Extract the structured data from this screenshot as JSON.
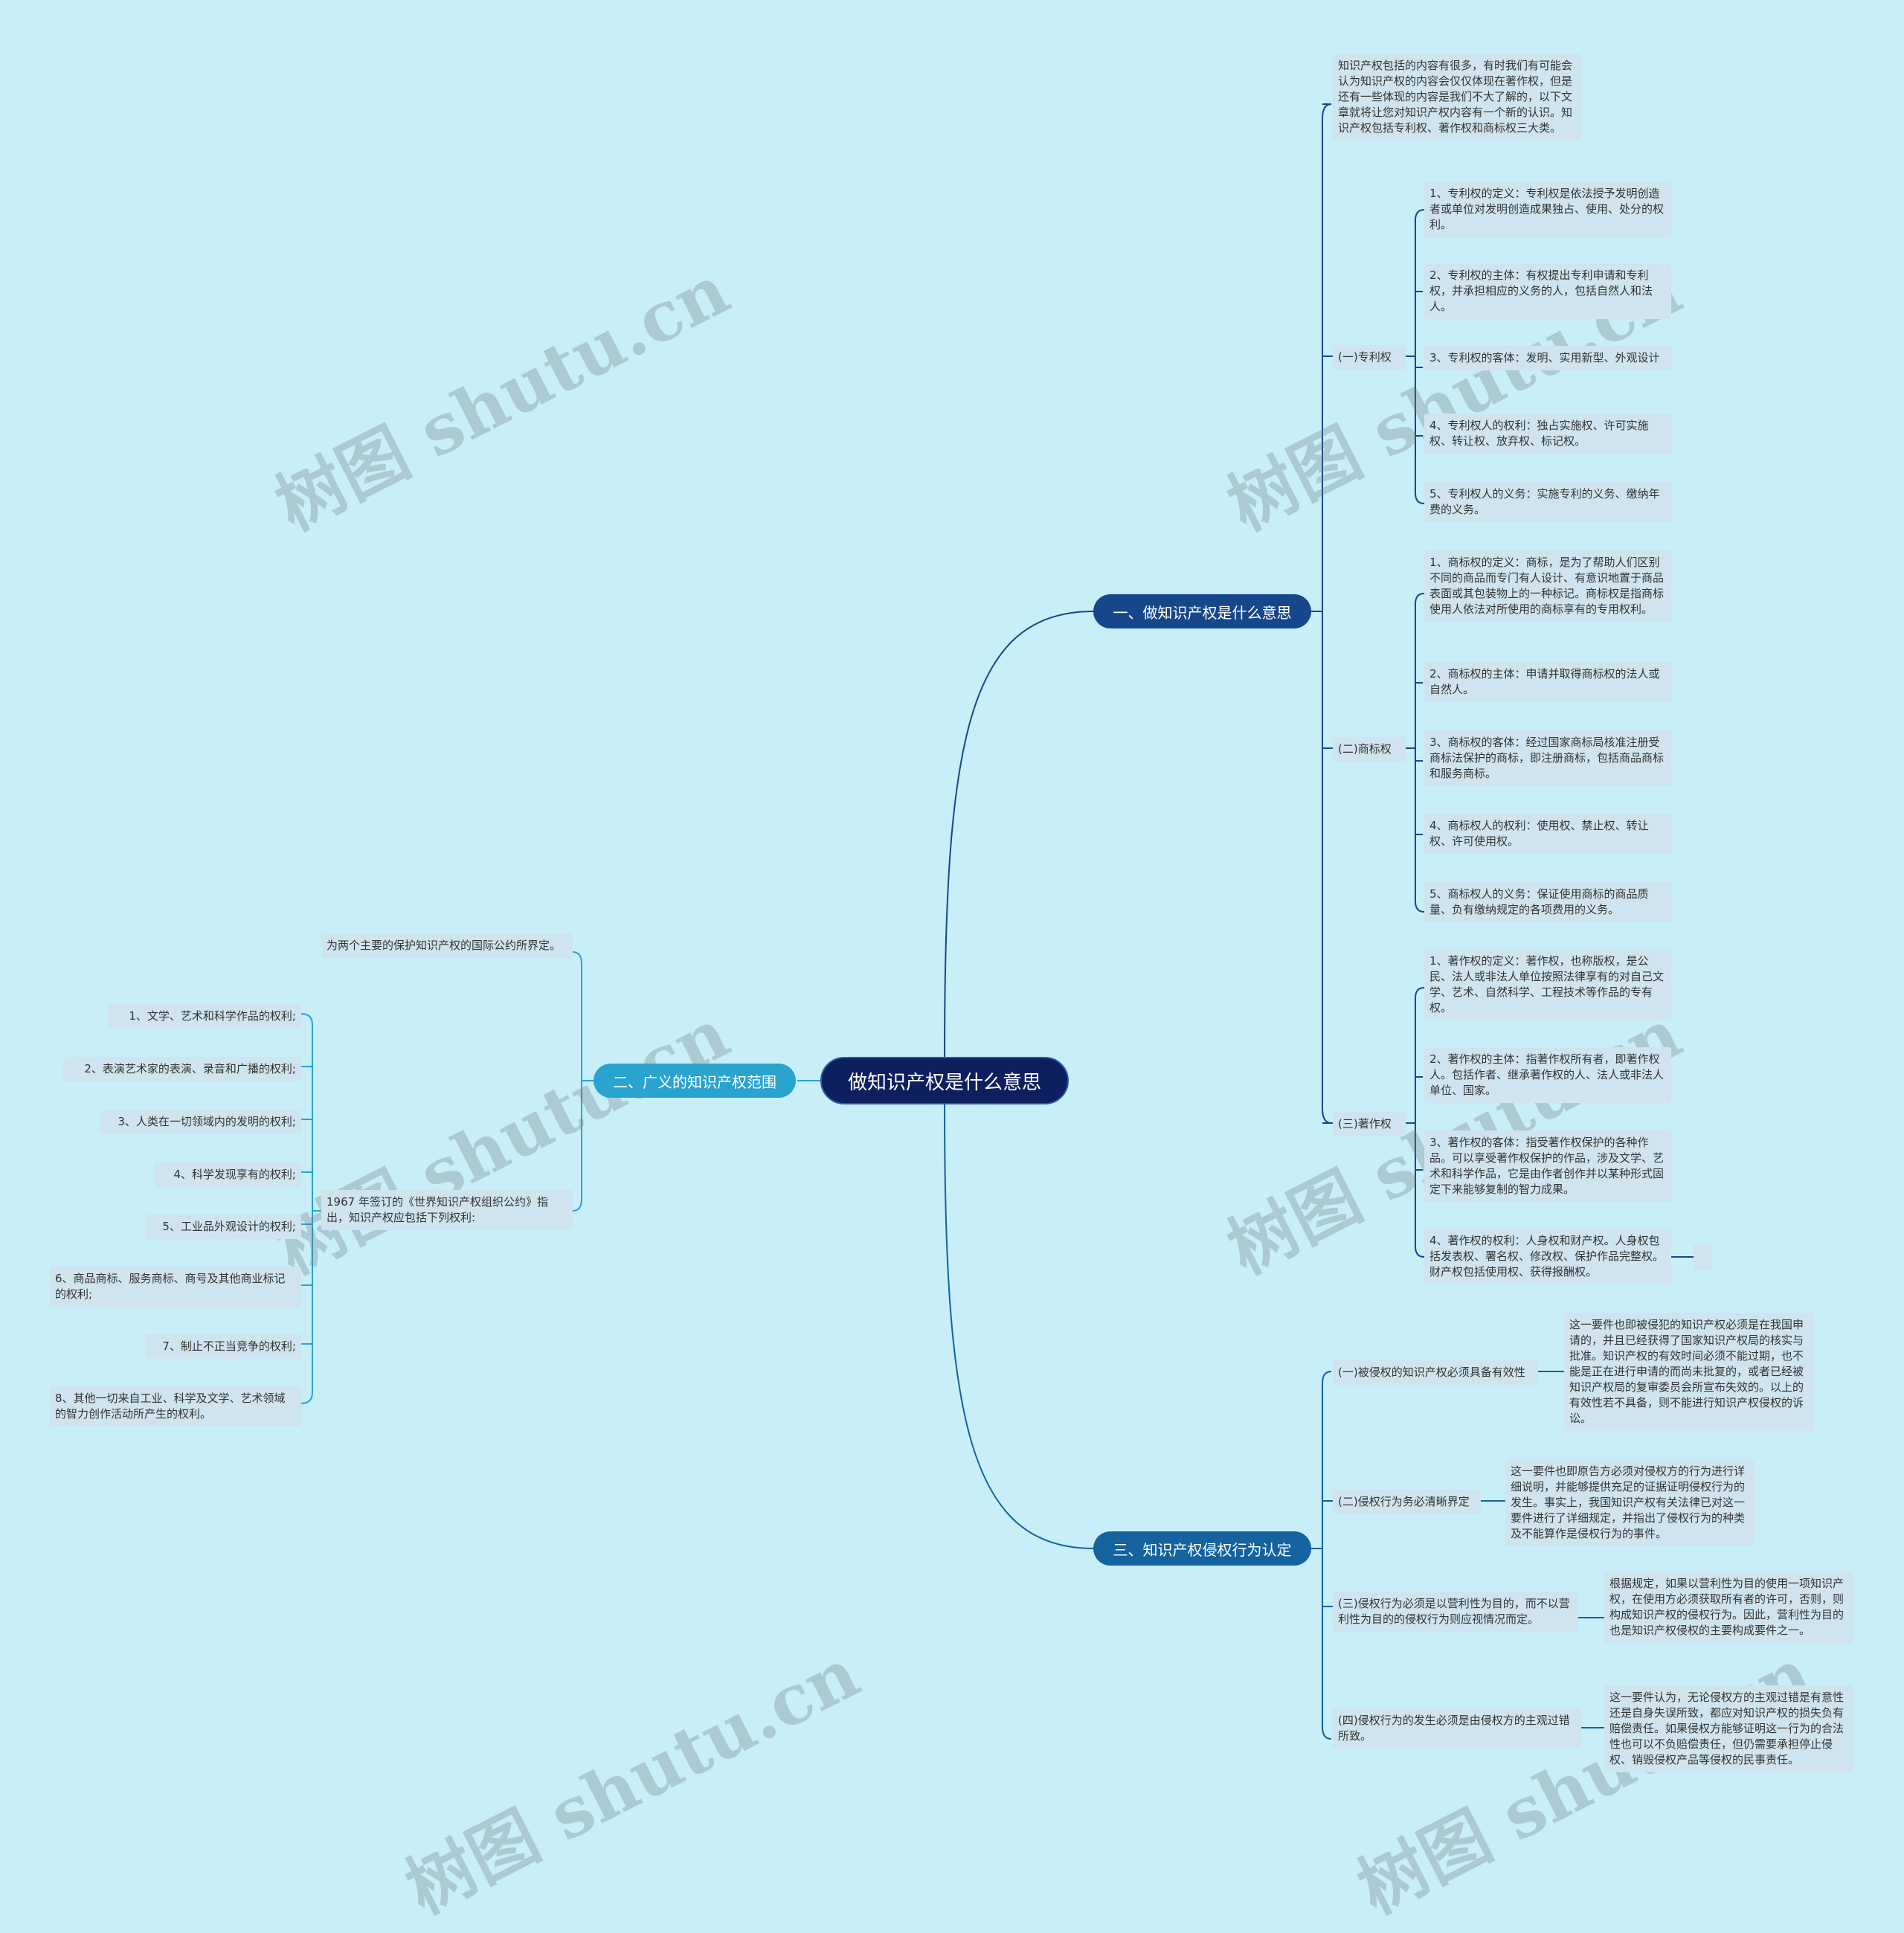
{
  "root": "做知识产权是什么意思",
  "watermark": "树图 shutu.cn",
  "branches": {
    "b1": {
      "label": "一、做知识产权是什么意思",
      "intro": "知识产权包括的内容有很多，有时我们有可能会认为知识产权的内容会仅仅体现在著作权，但是还有一些体现的内容是我们不大了解的，以下文章就将让您对知识产权内容有一个新的认识。知识产权包括专利权、著作权和商标权三大类。",
      "patent": {
        "label": "(一)专利权",
        "items": [
          "1、专利权的定义：专利权是依法授予发明创造者或单位对发明创造成果独占、使用、处分的权利。",
          "2、专利权的主体：有权提出专利申请和专利权，并承担相应的义务的人，包括自然人和法人。",
          "3、专利权的客体：发明、实用新型、外观设计",
          "4、专利权人的权利：独占实施权、许可实施权、转让权、放弃权、标记权。",
          "5、专利权人的义务：实施专利的义务、缴纳年费的义务。"
        ]
      },
      "trademark": {
        "label": "(二)商标权",
        "items": [
          "1、商标权的定义：商标，是为了帮助人们区别不同的商品而专门有人设计、有意识地置于商品表面或其包装物上的一种标记。商标权是指商标使用人依法对所使用的商标享有的专用权利。",
          "2、商标权的主体：申请并取得商标权的法人或自然人。",
          "3、商标权的客体：经过国家商标局核准注册受商标法保护的商标，即注册商标，包括商品商标和服务商标。",
          "4、商标权人的权利：使用权、禁止权、转让权、许可使用权。",
          "5、商标权人的义务：保证使用商标的商品质量、负有缴纳规定的各项费用的义务。"
        ]
      },
      "copyright": {
        "label": "(三)著作权",
        "items": [
          "1、著作权的定义：著作权，也称版权，是公民、法人或非法人单位按照法律享有的对自己文学、艺术、自然科学、工程技术等作品的专有权。",
          "2、著作权的主体：指著作权所有者，即著作权人。包括作者、继承著作权的人、法人或非法人单位、国家。",
          "3、著作权的客体：指受著作权保护的各种作品。可以享受著作权保护的作品，涉及文学、艺术和科学作品，它是由作者创作并以某种形式固定下来能够复制的智力成果。",
          "4、著作权的权利：人身权和财产权。人身权包括发表权、署名权、修改权、保护作品完整权。财产权包括使用权、获得报酬权。"
        ]
      }
    },
    "b2": {
      "label": "二、广义的知识产权范围",
      "sub1": "为两个主要的保护知识产权的国际公约所界定。",
      "sub2": "1967 年签订的《世界知识产权组织公约》指出，知识产权应包括下列权利:",
      "items": [
        "1、文学、艺术和科学作品的权利;",
        "2、表演艺术家的表演、录音和广播的权利;",
        "3、人类在一切领域内的发明的权利;",
        "4、科学发现享有的权利;",
        "5、工业品外观设计的权利;",
        "6、商品商标、服务商标、商号及其他商业标记的权利;",
        "7、制止不正当竞争的权利;",
        "8、其他一切来自工业、科学及文学、艺术领域的智力创作活动所产生的权利。"
      ]
    },
    "b3": {
      "label": "三、知识产权侵权行为认定",
      "items": [
        {
          "label": "(一)被侵权的知识产权必须具备有效性",
          "text": "这一要件也即被侵犯的知识产权必须是在我国申请的，并且已经获得了国家知识产权局的核实与批准。知识产权的有效时间必须不能过期，也不能是正在进行申请的而尚未批复的，或者已经被知识产权局的复审委员会所宣布失效的。以上的有效性若不具备，则不能进行知识产权侵权的诉讼。"
        },
        {
          "label": "(二)侵权行为务必清晰界定",
          "text": "这一要件也即原告方必须对侵权方的行为进行详细说明，并能够提供充足的证据证明侵权行为的发生。事实上，我国知识产权有关法律已对这一要件进行了详细规定，并指出了侵权行为的种类及不能算作是侵权行为的事件。"
        },
        {
          "label": "(三)侵权行为必须是以营利性为目的，而不以营利性为目的的侵权行为则应视情况而定。",
          "text": "根据规定，如果以营利性为目的使用一项知识产权，在使用方必须获取所有者的许可，否则，则构成知识产权的侵权行为。因此，营利性为目的也是知识产权侵权的主要构成要件之一。"
        },
        {
          "label": "(四)侵权行为的发生必须是由侵权方的主观过错所致。",
          "text": "这一要件认为，无论侵权方的主观过错是有意性还是自身失误所致，都应对知识产权的损失负有赔偿责任。如果侵权方能够证明这一行为的合法性也可以不负赔偿责任，但仍需要承担停止侵权、销毁侵权产品等侵权的民事责任。"
        }
      ]
    }
  },
  "colors": {
    "background": "#c8eef7",
    "root": "#0d1f5e",
    "branch1": "#17478b",
    "branch2": "#2aa3cf",
    "branch3": "#14629e",
    "leaf": "#cfe4ee"
  }
}
